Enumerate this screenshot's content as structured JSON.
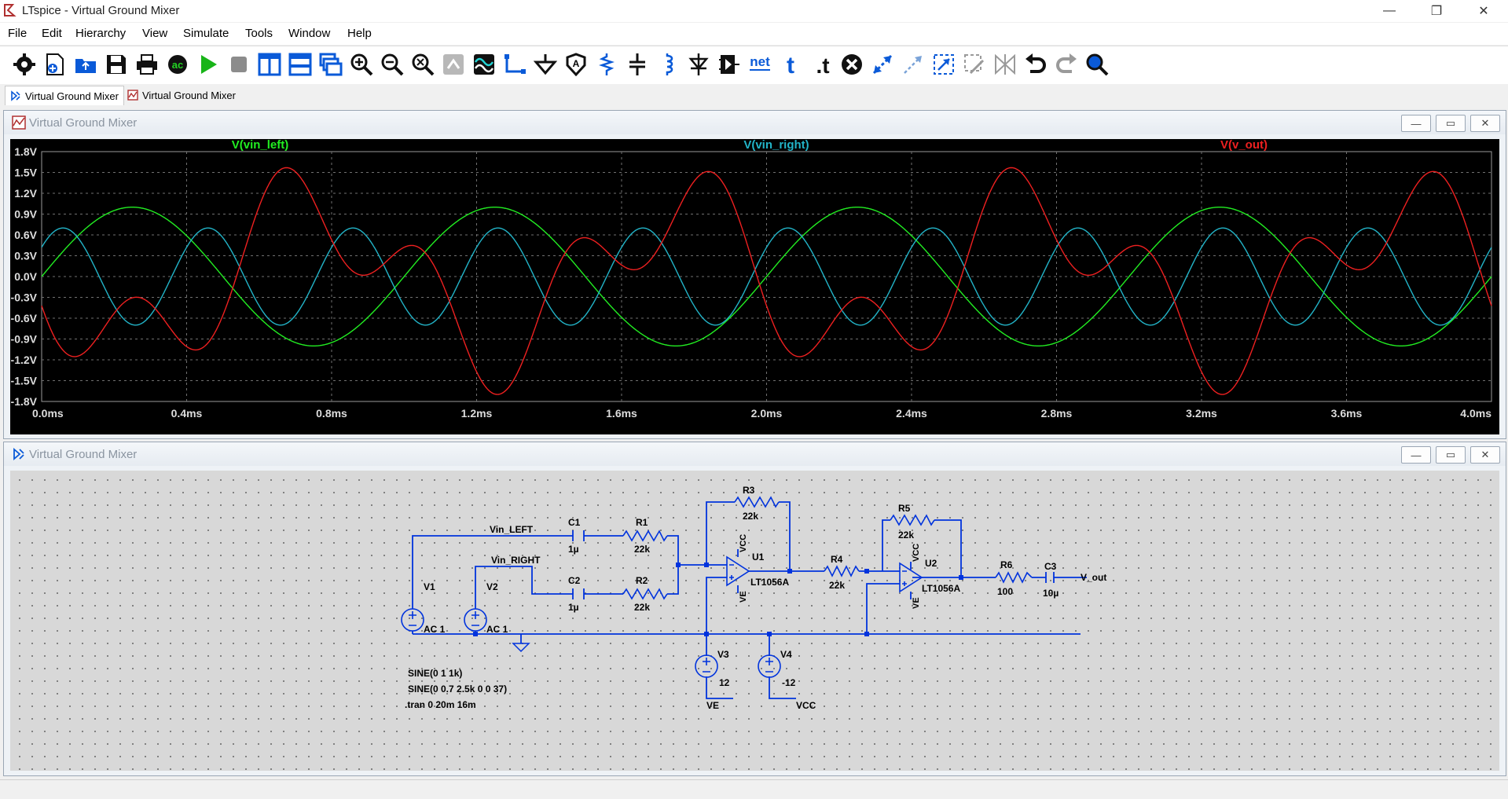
{
  "window": {
    "title": "LTspice - Virtual Ground Mixer",
    "minimize": "—",
    "restore": "❐",
    "close": "✕"
  },
  "menu": [
    "File",
    "Edit",
    "Hierarchy",
    "View",
    "Simulate",
    "Tools",
    "Window",
    "Help"
  ],
  "toolbar_icons": [
    "settings-icon",
    "new-schematic-icon",
    "open-icon",
    "save-icon",
    "print-icon",
    "ac-sim-icon",
    "run-icon",
    "halt-icon",
    "tile-vertical-icon",
    "tile-horizontal-icon",
    "cascade-icon",
    "zoom-in-icon",
    "zoom-out-icon",
    "zoom-fit-icon",
    "zoom-cancel-icon",
    "autoscale-icon",
    "draw-wire-icon",
    "ground-icon",
    "net-label-icon",
    "resistor-icon",
    "capacitor-icon",
    "inductor-icon",
    "diode-icon",
    "component-icon",
    "net-name-icon",
    "text-icon",
    "spice-directive-icon",
    "delete-icon",
    "move-icon",
    "drag-icon",
    "mirror-icon",
    "rotate-icon",
    "duplicate-icon",
    "undo-icon",
    "redo-icon",
    "find-icon"
  ],
  "tabs": [
    {
      "label": "Virtual Ground Mixer",
      "kind": "schematic"
    },
    {
      "label": "Virtual Ground Mixer",
      "kind": "waveform"
    }
  ],
  "plot_window": {
    "title": "Virtual Ground Mixer",
    "min": "—",
    "max": "▭",
    "close": "✕"
  },
  "schematic_window": {
    "title": "Virtual Ground Mixer",
    "min": "—",
    "max": "▭",
    "close": "✕"
  },
  "chart_data": {
    "type": "line",
    "series": [
      {
        "name": "V(vin_left)",
        "color": "#22ee22",
        "amplitude": 1.0,
        "freq_hz": 1000,
        "phase_deg": 0
      },
      {
        "name": "V(vin_right)",
        "color": "#22b4c8",
        "amplitude": 0.7,
        "freq_hz": 2500,
        "phase_deg": 37
      },
      {
        "name": "V(v_out)",
        "color": "#ee2020",
        "expression": "-(V(vin_left)+V(vin_right))",
        "phase_deg": 180
      }
    ],
    "xlim_ms": [
      0,
      4.0
    ],
    "ylim_v": [
      -1.8,
      1.8
    ],
    "x_ticks": [
      "0.0ms",
      "0.4ms",
      "0.8ms",
      "1.2ms",
      "1.6ms",
      "2.0ms",
      "2.4ms",
      "2.8ms",
      "3.2ms",
      "3.6ms",
      "4.0ms"
    ],
    "y_ticks": [
      "1.8V",
      "1.5V",
      "1.2V",
      "0.9V",
      "0.6V",
      "0.3V",
      "0.0V",
      "-0.3V",
      "-0.6V",
      "-0.9V",
      "-1.2V",
      "-1.5V",
      "-1.8V"
    ],
    "grid": true
  },
  "schematic": {
    "labels": {
      "vin_left": "Vin_LEFT",
      "vin_right": "Vin_RIGHT",
      "v_out": "V_out",
      "ve": "VE",
      "vcc": "VCC"
    },
    "components": {
      "V1": {
        "ref": "V1",
        "value": "AC 1"
      },
      "V2": {
        "ref": "V2",
        "value": "AC 1"
      },
      "V3": {
        "ref": "V3",
        "value": "12"
      },
      "V4": {
        "ref": "V4",
        "value": "-12"
      },
      "C1": {
        "ref": "C1",
        "value": "1µ"
      },
      "C2": {
        "ref": "C2",
        "value": "1µ"
      },
      "C3": {
        "ref": "C3",
        "value": "10µ"
      },
      "R1": {
        "ref": "R1",
        "value": "22k"
      },
      "R2": {
        "ref": "R2",
        "value": "22k"
      },
      "R3": {
        "ref": "R3",
        "value": "22k"
      },
      "R4": {
        "ref": "R4",
        "value": "22k"
      },
      "R5": {
        "ref": "R5",
        "value": "22k"
      },
      "R6": {
        "ref": "R6",
        "value": "100"
      },
      "U1": {
        "ref": "U1",
        "value": "LT1056A",
        "vcc": "VCC",
        "ve": "VE"
      },
      "U2": {
        "ref": "U2",
        "value": "LT1056A",
        "vcc": "VCC",
        "ve": "VE"
      }
    },
    "directives": [
      "SINE(0 1 1k)",
      "SINE(0 0.7 2.5k 0 0 37)",
      ".tran 0 20m 16m"
    ]
  }
}
